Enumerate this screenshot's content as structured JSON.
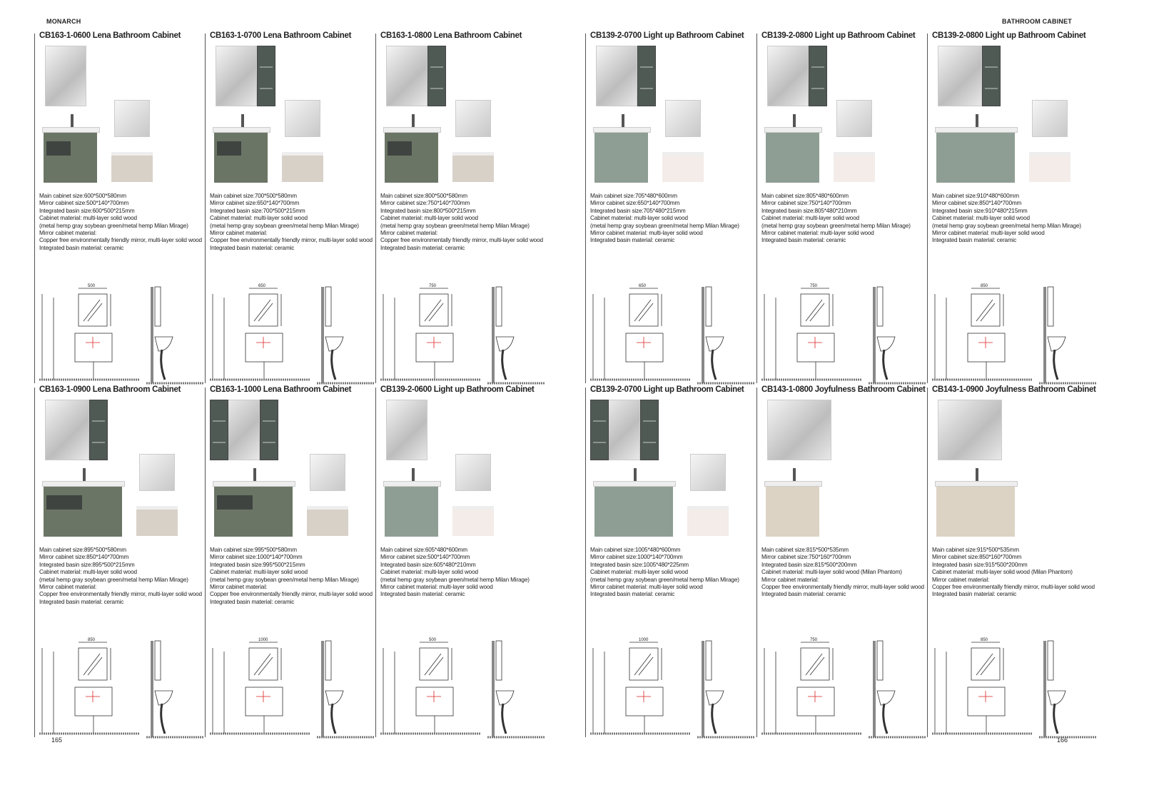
{
  "header": {
    "brand": "MONARCH",
    "section": "BATHROOM CABINET"
  },
  "pages": {
    "left": "165",
    "right": "166"
  },
  "colors": {
    "lena_green": "#6b7565",
    "lightup_sage": "#8f9e94",
    "joyful_beige": "#ddd3c4",
    "small_lena": "#d8d1c8",
    "small_lightup": "#f3ece8"
  },
  "products": [
    {
      "title": "CB163-1-0600 Lena Bathroom Cabinet",
      "style": "lena",
      "dim": "500",
      "specs": [
        "Main cabinet size:600*500*580mm",
        "Mirror cabinet size:500*140*700mm",
        "Integrated basin size:600*500*215mm",
        "Cabinet material: multi-layer solid wood",
        "(metal hemp gray soybean green/metal hemp Milan Mirage)",
        "Mirror cabinet material:",
        "Copper free environmentally friendly mirror, multi-layer solid wood",
        "Integrated basin material: ceramic"
      ]
    },
    {
      "title": "CB163-1-0700 Lena Bathroom Cabinet",
      "style": "lena",
      "dim": "650",
      "specs": [
        "Main cabinet size:700*500*580mm",
        "Mirror cabinet size:650*140*700mm",
        "Integrated basin size:700*500*215mm",
        "Cabinet material: multi-layer solid wood",
        "(metal hemp gray soybean green/metal hemp Milan Mirage)",
        "Mirror cabinet material:",
        "Copper free environmentally friendly mirror, multi-layer solid wood",
        "Integrated basin material: ceramic"
      ]
    },
    {
      "title": "CB163-1-0800 Lena Bathroom Cabinet",
      "style": "lena",
      "dim": "750",
      "specs": [
        "Main cabinet size:800*500*580mm",
        "Mirror cabinet size:750*140*700mm",
        "Integrated basin size:800*500*215mm",
        "Cabinet material: multi-layer solid wood",
        "(metal hemp gray soybean green/metal hemp Milan Mirage)",
        "Mirror cabinet material:",
        "Copper free environmentally friendly mirror, multi-layer solid wood",
        "Integrated basin material: ceramic"
      ]
    },
    {
      "title": "CB139-2-0700 Light up Bathroom Cabinet",
      "style": "lightup",
      "dim": "650",
      "specs": [
        "Main cabinet size:705*480*600mm",
        "Mirror cabinet size:650*140*700mm",
        "Integrated basin size:705*480*215mm",
        "Cabinet material: multi-layer solid wood",
        "(metal hemp gray soybean green/metal hemp Milan Mirage)",
        "Mirror cabinet material: multi-layer solid wood",
        "Integrated basin material: ceramic"
      ]
    },
    {
      "title": "CB139-2-0800 Light up Bathroom Cabinet",
      "style": "lightup",
      "dim": "750",
      "specs": [
        "Main cabinet size:805*480*600mm",
        "Mirror cabinet size:750*140*700mm",
        "Integrated basin size:805*480*210mm",
        "Cabinet material: multi-layer solid wood",
        "(metal hemp gray soybean green/metal hemp Milan Mirage)",
        "Mirror cabinet material: multi-layer solid wood",
        "Integrated basin material: ceramic"
      ]
    },
    {
      "title": "CB139-2-0800 Light up Bathroom Cabinet",
      "style": "lightup",
      "dim": "850",
      "specs": [
        "Main cabinet size:910*480*600mm",
        "Mirror cabinet size:850*140*700mm",
        "Integrated basin size:910*480*215mm",
        "Cabinet material: multi-layer solid wood",
        "(metal hemp gray soybean green/metal hemp Milan Mirage)",
        "Mirror cabinet material: multi-layer solid wood",
        "Integrated basin material: ceramic"
      ]
    },
    {
      "title": "CB163-1-0900 Lena Bathroom Cabinet",
      "style": "lena",
      "dim": "850",
      "specs": [
        "Main cabinet size:895*500*580mm",
        "Mirror cabinet size:850*140*700mm",
        "Integrated basin size:895*500*215mm",
        "Cabinet material: multi-layer solid wood",
        "(metal hemp gray soybean green/metal hemp Milan Mirage)",
        "Mirror cabinet material:",
        "Copper free environmentally friendly mirror, multi-layer solid wood",
        "Integrated basin material: ceramic"
      ]
    },
    {
      "title": "CB163-1-1000 Lena Bathroom Cabinet",
      "style": "lena",
      "dim": "1000",
      "specs": [
        "Main cabinet size:995*500*580mm",
        "Mirror cabinet size:1000*140*700mm",
        "Integrated basin size:995*500*215mm",
        "Cabinet material: multi-layer solid wood",
        "(metal hemp gray soybean green/metal hemp Milan Mirage)",
        "Mirror cabinet material:",
        "Copper free environmentally friendly mirror, multi-layer solid wood",
        "Integrated basin material: ceramic"
      ]
    },
    {
      "title": "CB139-2-0600 Light up Bathroom Cabinet",
      "style": "lightup",
      "dim": "500",
      "specs": [
        "Main cabinet size:605*480*600mm",
        "Mirror cabinet size:500*140*700mm",
        "Integrated basin size:605*480*210mm",
        "Cabinet material: multi-layer solid wood",
        "(metal hemp gray soybean green/metal hemp Milan Mirage)",
        "Mirror cabinet material: multi-layer solid wood",
        "Integrated basin material: ceramic"
      ]
    },
    {
      "title": "CB139-2-0700 Light up Bathroom Cabinet",
      "style": "lightup",
      "dim": "1000",
      "specs": [
        "Main cabinet size:1005*480*600mm",
        "Mirror cabinet size:1000*140*700mm",
        "Integrated basin size:1005*480*225mm",
        "Cabinet material: multi-layer solid wood",
        "(metal hemp gray soybean green/metal hemp Milan Mirage)",
        "Mirror cabinet material: multi-layer solid wood",
        "Integrated basin material: ceramic"
      ]
    },
    {
      "title": "CB143-1-0800 Joyfulness Bathroom Cabinet",
      "style": "joyful",
      "dim": "750",
      "specs": [
        "Main cabinet size:815*500*535mm",
        "Mirror cabinet size:750*160*700mm",
        "Integrated basin size:815*500*200mm",
        "Cabinet material: multi-layer solid wood (Milan Phantom)",
        "Mirror cabinet material:",
        "Copper free environmentally friendly mirror, multi-layer solid wood",
        "Integrated basin material: ceramic"
      ]
    },
    {
      "title": "CB143-1-0900 Joyfulness Bathroom Cabinet",
      "style": "joyful",
      "dim": "850",
      "specs": [
        "Main cabinet size:915*500*535mm",
        "Mirror cabinet size:850*160*700mm",
        "Integrated basin size:915*500*200mm",
        "Cabinet material: multi-layer solid wood (Milan Phantom)",
        "Mirror cabinet material:",
        "Copper free environmentally friendly mirror, multi-layer solid wood",
        "Integrated basin material: ceramic"
      ]
    }
  ]
}
